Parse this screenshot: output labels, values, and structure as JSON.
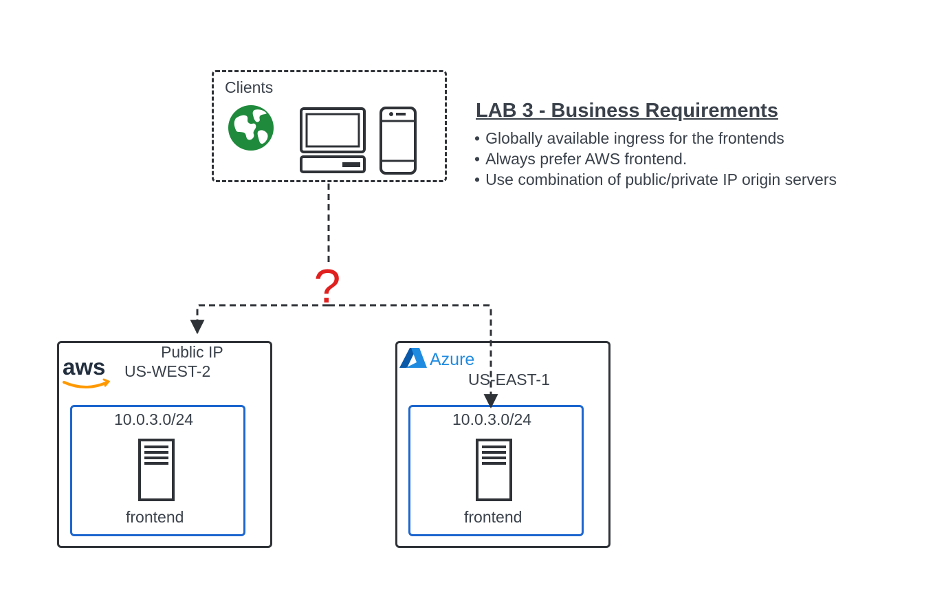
{
  "clients": {
    "label": "Clients",
    "icons": [
      "globe-icon",
      "desktop-computer-icon",
      "mobile-phone-icon"
    ]
  },
  "requirements": {
    "title": "LAB 3 - Business Requirements",
    "items": [
      "Globally available ingress for the frontends",
      "Always prefer AWS frontend.",
      "Use combination of public/private IP origin servers"
    ]
  },
  "connector": {
    "symbol": "?",
    "symbol_color": "#e0201e"
  },
  "aws": {
    "logo_text": "aws",
    "public_ip_label": "Public IP",
    "region": "US-WEST-2",
    "subnet": "10.0.3.0/24",
    "server_label": "frontend",
    "logo_color": "#232f3e",
    "smile_color": "#ff9900"
  },
  "azure": {
    "logo_text": "Azure",
    "region": "US-EAST-1",
    "subnet": "10.0.3.0/24",
    "server_label": "frontend",
    "brand_color": "#1f8be0"
  },
  "colors": {
    "border": "#2f3338",
    "subnet_border": "#1d66cf",
    "text": "#3a414a",
    "globe": "#1f8a3c"
  }
}
